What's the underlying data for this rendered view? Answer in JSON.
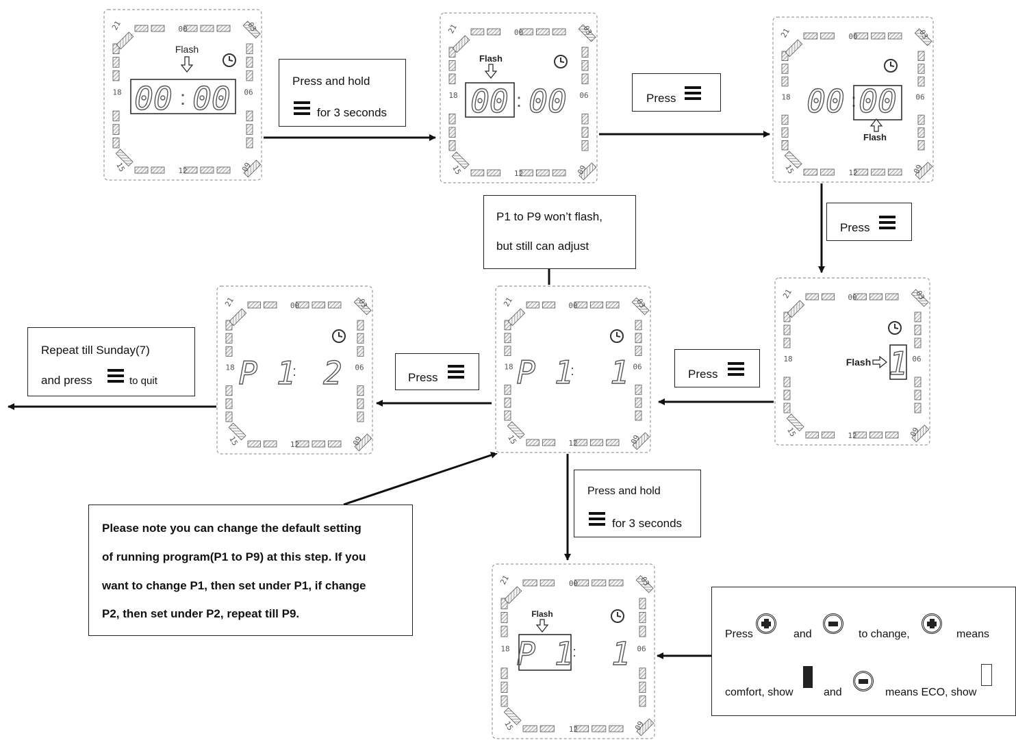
{
  "panels": [
    {
      "id": "p1",
      "hour": "00",
      "minute": "00",
      "flash_label": "Flash",
      "ring_labels": {
        "top": "00",
        "bottom": "12",
        "left": "18",
        "right": "06",
        "tl": "21",
        "tr": "03",
        "bl": "15",
        "br": "09"
      }
    },
    {
      "id": "p2",
      "hour": "00",
      "minute": "00",
      "flash_label": "Flash",
      "ring_labels": {
        "top": "00",
        "bottom": "12",
        "left": "18",
        "right": "06",
        "tl": "21",
        "tr": "03",
        "bl": "15",
        "br": "09"
      }
    },
    {
      "id": "p3",
      "hour": "00",
      "minute": "00",
      "flash_label": "Flash",
      "ring_labels": {
        "top": "00",
        "bottom": "12",
        "left": "18",
        "right": "06",
        "tl": "21",
        "tr": "03",
        "bl": "15",
        "br": "09"
      }
    },
    {
      "id": "p4",
      "day": "1",
      "flash_label": "Flash",
      "ring_labels": {
        "top": "00",
        "bottom": "12",
        "left": "18",
        "right": "06",
        "tl": "21",
        "tr": "03",
        "bl": "15",
        "br": "09"
      }
    },
    {
      "id": "p5",
      "program": "P 1",
      "day": "1",
      "ring_labels": {
        "top": "00",
        "bottom": "12",
        "left": "18",
        "right": "06",
        "tl": "21",
        "tr": "03",
        "bl": "15",
        "br": "09"
      }
    },
    {
      "id": "p6",
      "program": "P 1",
      "day": "2",
      "ring_labels": {
        "top": "00",
        "bottom": "12",
        "left": "18",
        "right": "06",
        "tl": "21",
        "tr": "03",
        "bl": "15",
        "br": "09"
      }
    },
    {
      "id": "p7",
      "program": "P 1",
      "day": "1",
      "flash_label": "Flash",
      "ring_labels": {
        "top": "00",
        "bottom": "12",
        "left": "18",
        "right": "06",
        "tl": "21",
        "tr": "03",
        "bl": "15",
        "br": "09"
      }
    }
  ],
  "boxes": {
    "hold1": {
      "line1": "Press and hold",
      "line2": "for 3 seconds"
    },
    "press1": {
      "label": "Press"
    },
    "press2": {
      "label": "Press"
    },
    "press3": {
      "label": "Press"
    },
    "press4": {
      "label": "Press"
    },
    "p1p9": {
      "line1": "P1 to P9 won’t flash,",
      "line2": "but still can adjust"
    },
    "repeat": {
      "line1": "Repeat till Sunday(7)",
      "line2a": "and press",
      "line2b": "to quit"
    },
    "hold2": {
      "line1": "Press and hold",
      "line2": "for 3 seconds"
    },
    "note": {
      "lines": [
        "Please note you can change the default setting",
        "of running program(P1 to P9) at this step. If you",
        "want to change P1, then set under P1, if change",
        "P2, then set under P2, repeat till P9."
      ]
    },
    "change": {
      "press": "Press",
      "and1": "and",
      "to_change": "to change,",
      "means1": "means",
      "comfort": "comfort, show",
      "and2": "and",
      "means_eco": "means ECO, show"
    }
  },
  "icons": {
    "menu": "menu-icon",
    "plus": "plus-button-icon",
    "minus": "minus-button-icon",
    "clock": "clock-icon"
  }
}
